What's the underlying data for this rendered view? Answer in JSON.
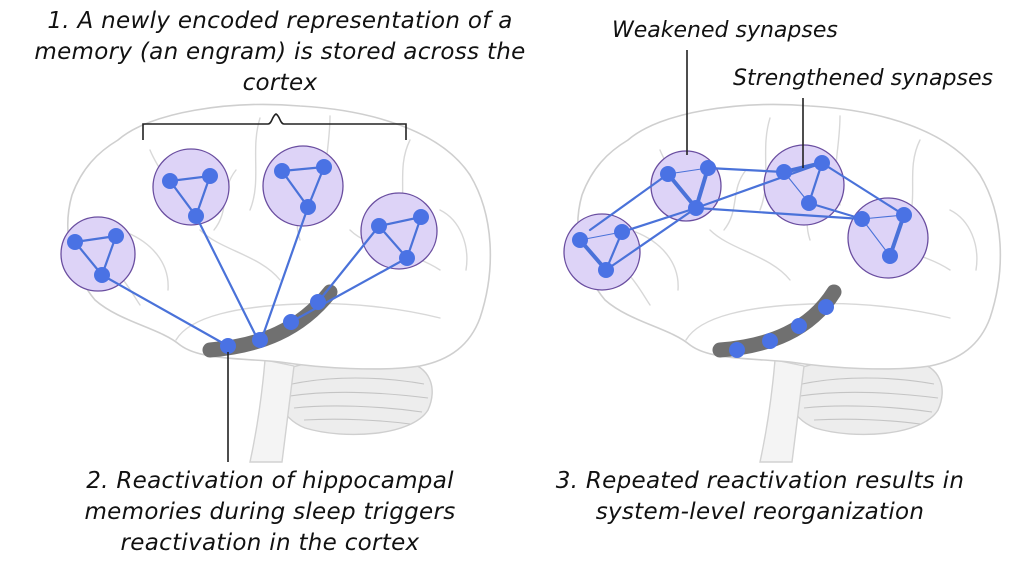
{
  "captions": {
    "step1": "1. A newly encoded representation of a memory (an engram) is stored across the cortex",
    "step2": "2. Reactivation of hippocampal memories during sleep triggers reactivation in the cortex",
    "step3": "3. Repeated reactivation results in system-level reorganization"
  },
  "labels": {
    "weakened": "Weakened synapses",
    "strengthened": "Strengthened synapses"
  },
  "colors": {
    "engram_fill": "#ddd3f7",
    "engram_stroke": "#6a4ea0",
    "node": "#4a72e4",
    "connection": "#4a72d9",
    "hippocampus": "#707070"
  }
}
